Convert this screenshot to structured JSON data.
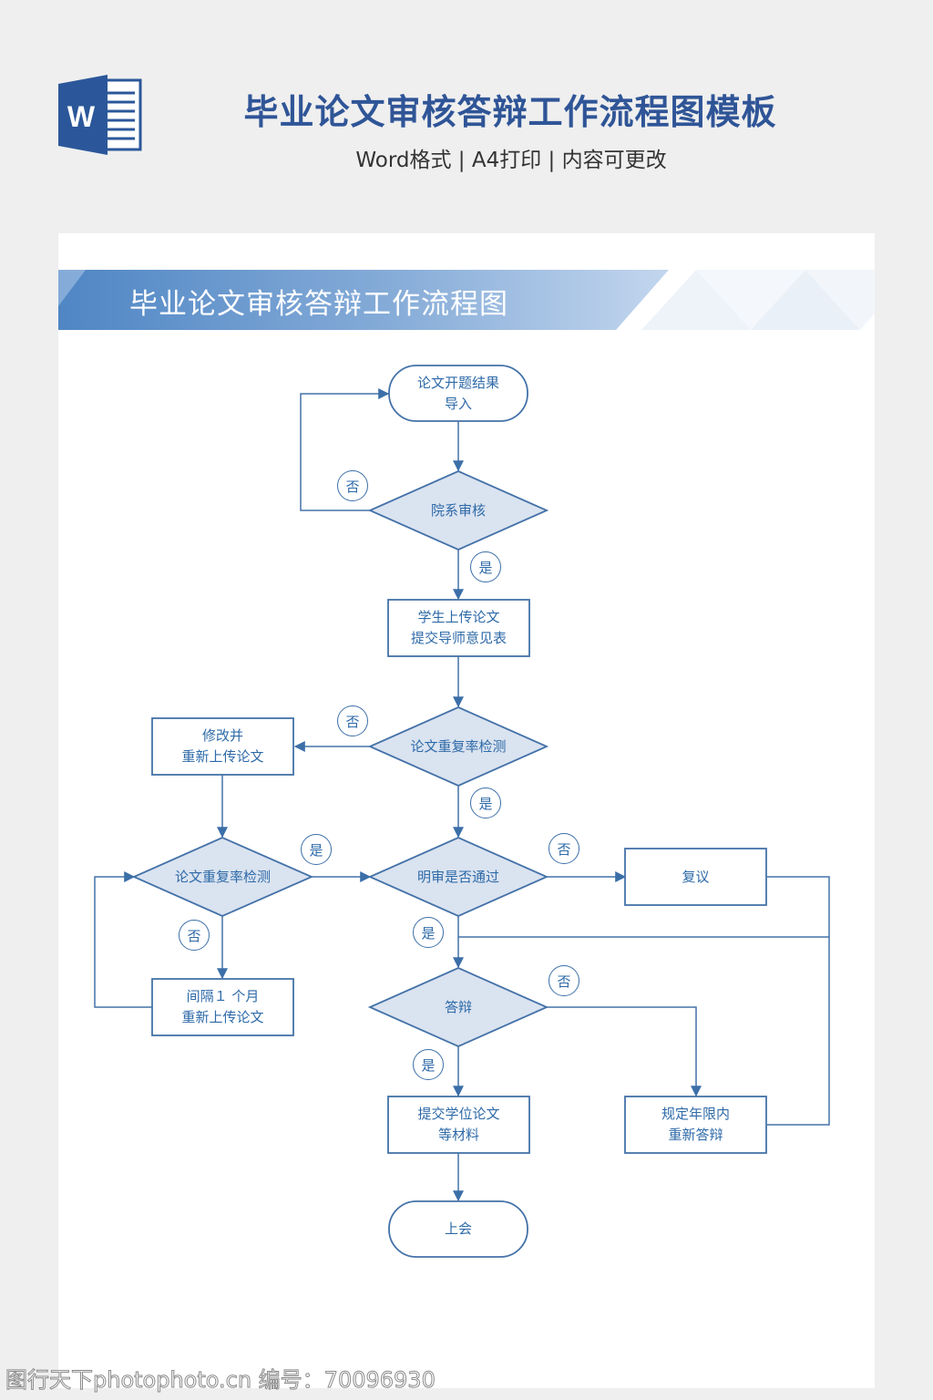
{
  "header": {
    "icon": "word-icon",
    "title": "毕业论文审核答辩工作流程图模板",
    "subtitle": "Word格式 | A4打印 | 内容可更改"
  },
  "banner": {
    "title": "毕业论文审核答辩工作流程图"
  },
  "colors": {
    "accent": "#2f5597",
    "line": "#4472a8",
    "diamond_fill": "#dae3f0",
    "text": "#2e6aa8"
  },
  "nodes": {
    "start": "论文开题结果\n导入",
    "dept_review": "院系审核",
    "upload": "学生上传论文\n提交导师意见表",
    "dup_check_1": "论文重复率检测",
    "revise": "修改并\n重新上传论文",
    "dup_check_2": "论文重复率检测",
    "open_review": "明审是否通过",
    "reconsider": "复议",
    "wait": "间隔１ 个月\n重新上传论文",
    "defense": "答辩",
    "submit": "提交学位论文\n等材料",
    "redefense": "规定年限内\n重新答辩",
    "end": "上会"
  },
  "edge_labels": {
    "no": "否",
    "yes": "是"
  },
  "watermark": "图行天下photophoto.cn 编号：70096930"
}
